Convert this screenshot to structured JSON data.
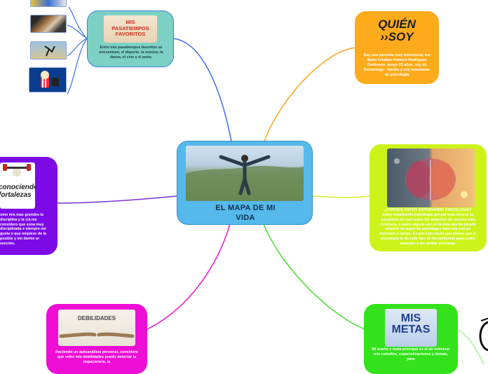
{
  "central": {
    "title_line1": "EL MAPA DE MI",
    "title_line2": "VIDA"
  },
  "pasatiempos": {
    "image_title_line1": "MIS",
    "image_title_line2": "PASATIEMPOS",
    "image_title_line3": "FAVORITOS",
    "text": "Entre mis pasatiempos favoritos se encuentran, el deporte, la música, la danza, el cine y el arete."
  },
  "quien_soy": {
    "image_title_line1": "QUIÉN",
    "image_title_line2": "››SOY",
    "text": "Soy una persona muy entusiasta, me llamo Cristian Homero Rodríguez Zambrano, tengo 23 años, soy de Samaniego - Nariño y soy estudiante de psicología"
  },
  "psicologia": {
    "text_heading": "¿PORQUE ESTOY ESTUDIANDO PSICOLOGÍA?",
    "text_body": "Estoy estudiando psicología porque esta ciencia se encuentra en casi todos los aspectos de nuestra vida cotidiana, a todos alguna vez en la vida nos ha tocado adquirir un papel de psicólogos bien sea con un hermano o amigo. Es por esta razón que pienso que la psicología te da todo tipo de herramientas para poder entender a las demás personas."
  },
  "fortalezas": {
    "image_title_line1": "conociendo",
    "image_title_line2": "fortalezas",
    "text": "omo mis mas grandes la disciplina y la cia me considero que sona muy disciplinada e siempre me gusta o que empiezo de la posible y sin darme or vencido."
  },
  "debilidades": {
    "image_title": "DEBILIDADES",
    "text": "Haciendo un autoanálisis personal, considero que entre mis debilidades puedo detectar la impaciencia, la"
  },
  "metas": {
    "image_title_line1": "MIS",
    "image_title_line2": "METAS",
    "text": "Mi sueño y meta principal es el de culminar mis estudios, especializaciones y demás, para"
  },
  "colors": {
    "central": "#56b9ec",
    "pasatiempos": "#7dd0c4",
    "quien_soy": "#fdab1a",
    "psicologia": "#ccf21a",
    "fortalezas": "#7d0ae6",
    "debilidades": "#ef0ed6",
    "metas": "#33e21a"
  },
  "icons": [
    "sports-thumbnail-icon",
    "guitar-thumbnail-icon",
    "dance-thumbnail-icon",
    "cinema-thumbnail-icon"
  ]
}
